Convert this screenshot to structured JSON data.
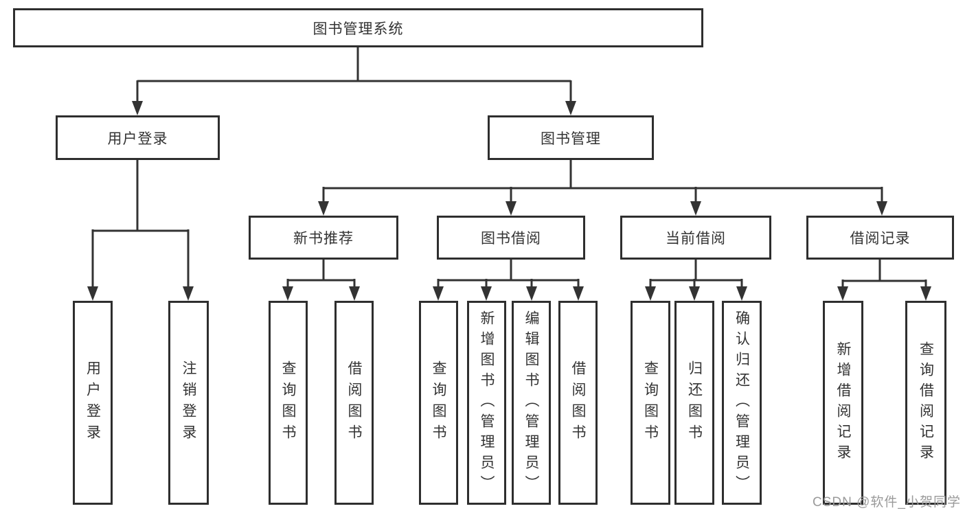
{
  "diagram_type": "hierarchy-tree",
  "colors": {
    "line": "#333333",
    "border": "#2e2e2e",
    "text": "#333333",
    "background": "#ffffff",
    "watermark": "#9a9a9a"
  },
  "tree": {
    "root": {
      "label": "图书管理系统",
      "children": [
        {
          "label": "用户登录",
          "children": [
            {
              "label": "用户登录"
            },
            {
              "label": "注销登录"
            }
          ]
        },
        {
          "label": "图书管理",
          "children": [
            {
              "label": "新书推荐",
              "children": [
                {
                  "label": "查询图书"
                },
                {
                  "label": "借阅图书"
                }
              ]
            },
            {
              "label": "图书借阅",
              "children": [
                {
                  "label": "查询图书"
                },
                {
                  "label": "新增图书（管理员）"
                },
                {
                  "label": "编辑图书（管理员）"
                },
                {
                  "label": "借阅图书"
                }
              ]
            },
            {
              "label": "当前借阅",
              "children": [
                {
                  "label": "查询图书"
                },
                {
                  "label": "归还图书"
                },
                {
                  "label": "确认归还（管理员）"
                }
              ]
            },
            {
              "label": "借阅记录",
              "children": [
                {
                  "label": "新增借阅记录"
                },
                {
                  "label": "查询借阅记录"
                }
              ]
            }
          ]
        }
      ]
    }
  },
  "watermark": {
    "text": "CSDN @软件_小贺同学"
  }
}
